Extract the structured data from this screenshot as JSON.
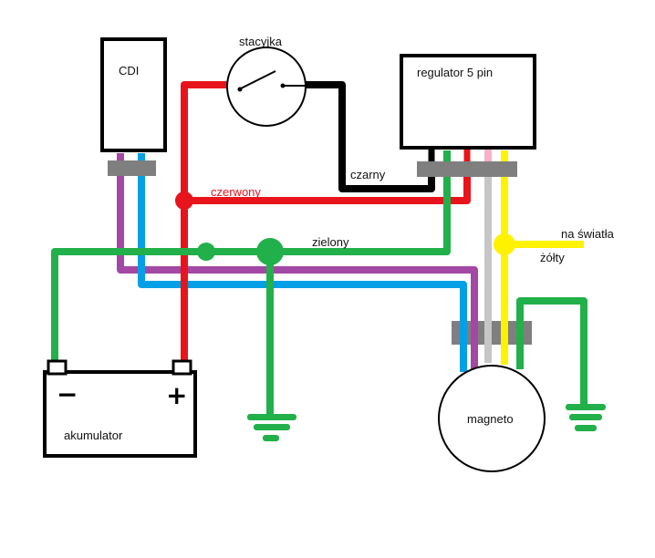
{
  "labels": {
    "cdi": "CDI",
    "ignition": "stacyjka",
    "regulator": "regulator 5 pin",
    "black_wire": "czarny",
    "red_wire": "czerwony",
    "green_wire": "zielony",
    "lights": "na światła",
    "yellow_wire": "żółty",
    "battery": "akumulator",
    "magneto": "magneto",
    "minus": "−",
    "plus": "+"
  },
  "colors": {
    "red": "#e8141c",
    "black": "#000000",
    "green": "#22b04a",
    "purple": "#a348a4",
    "blue": "#04a0e6",
    "grey": "#c6c6c6",
    "yellow": "#fff200",
    "pink": "#ffaec9",
    "connector": "#7f7f7f"
  }
}
